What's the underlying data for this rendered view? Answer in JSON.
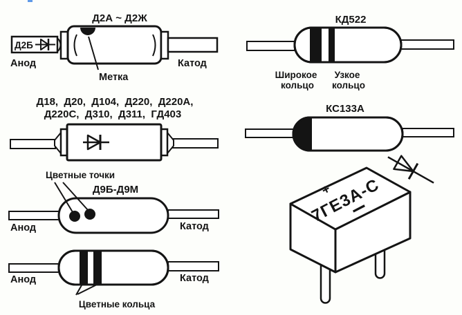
{
  "palette": {
    "background": "#fdfefb",
    "ink": "#141414",
    "artifact_blue": "#5f9ae8"
  },
  "diagrams": {
    "d2a_d2zh": {
      "title": "Д2А ~ Д2Ж",
      "tab_marking": "Д2Б",
      "anode_label": "Анод",
      "cathode_label": "Катод",
      "mark_label": "Метка"
    },
    "kd522": {
      "title": "КД522",
      "wide_ring_line1": "Широкое",
      "wide_ring_line2": "кольцо",
      "narrow_ring_line1": "Узкое",
      "narrow_ring_line2": "кольцо"
    },
    "d18_group": {
      "title_line1": "Д18,  Д20,  Д104,  Д220,  Д220А,",
      "title_line2": "Д220С,  Д310,  Д311,  ГД403"
    },
    "d9b_d9m": {
      "title": "Д9Б-Д9М",
      "dots_label": "Цветные точки",
      "anode_label": "Анод",
      "cathode_label": "Катод"
    },
    "color_rings": {
      "rings_label": "Цветные кольца",
      "anode_label": "Анод",
      "cathode_label": "Катод"
    },
    "ks133a": {
      "title": "КС133А"
    },
    "ge7_3a_s": {
      "marking": "7ГЕ3А-С",
      "plus_sign": "+",
      "minus_sign": "—"
    }
  }
}
